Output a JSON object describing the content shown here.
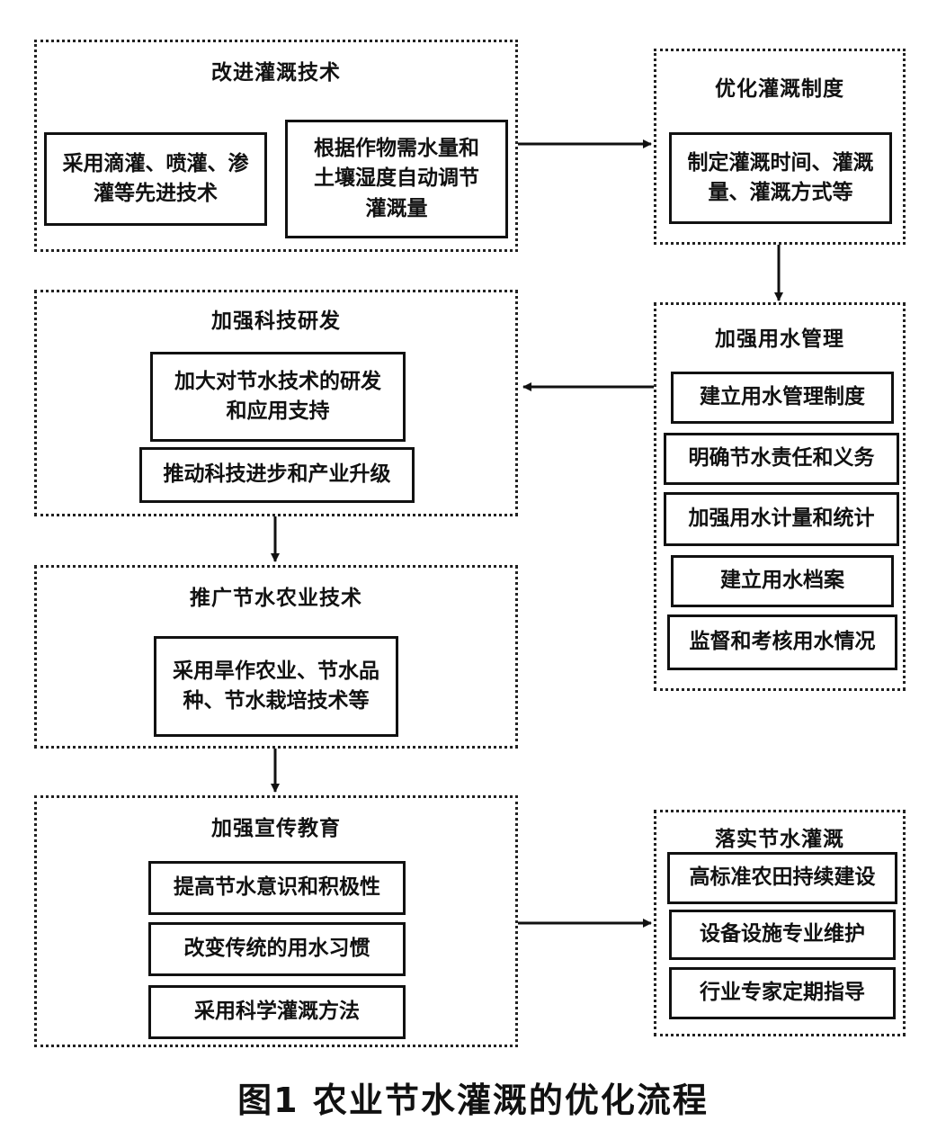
{
  "groups": {
    "improve": {
      "title": "改进灌溉技术",
      "items": [
        "采用滴灌、喷灌、渗\n灌等先进技术",
        "根据作物需水量和\n土壤湿度自动调节\n灌溉量"
      ]
    },
    "optimize": {
      "title": "优化灌溉制度",
      "items": [
        "制定灌溉时间、灌溉\n量、灌溉方式等"
      ]
    },
    "manage": {
      "title": "加强用水管理",
      "items": [
        "建立用水管理制度",
        "明确节水责任和义务",
        "加强用水计量和统计",
        "建立用水档案",
        "监督和考核用水情况"
      ]
    },
    "research": {
      "title": "加强科技研发",
      "items": [
        "加大对节水技术的研发\n和应用支持",
        "推动科技进步和产业升级"
      ]
    },
    "promote": {
      "title": "推广节水农业技术",
      "items": [
        "采用旱作农业、节水品\n种、节水栽培技术等"
      ]
    },
    "educate": {
      "title": "加强宣传教育",
      "items": [
        "提高节水意识和积极性",
        "改变传统的用水习惯",
        "采用科学灌溉方法"
      ]
    },
    "implement": {
      "title": "落实节水灌溉",
      "items": [
        "高标准农田持续建设",
        "设备设施专业维护",
        "行业专家定期指导"
      ]
    }
  },
  "caption": "图1  农业节水灌溉的优化流程"
}
